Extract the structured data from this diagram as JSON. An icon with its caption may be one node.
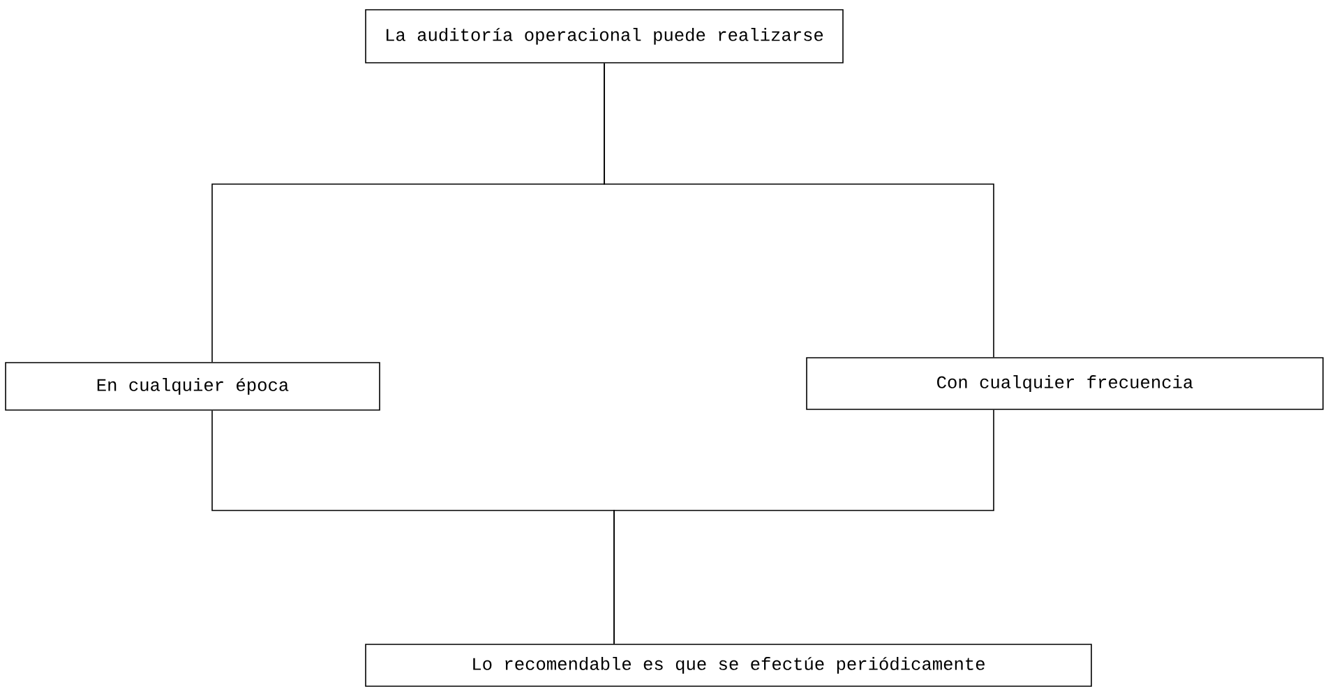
{
  "diagram": {
    "nodes": [
      {
        "text": [
          "La auditoría operacional puede realizarse"
        ]
      },
      {
        "text": [
          "En cualquier época"
        ]
      },
      {
        "text": [
          "Con cualquier frecuencia"
        ]
      },
      {
        "text": [
          "Lo recomendable es que se efectúe periódicamente"
        ]
      }
    ],
    "edges": [
      {
        "from": 0,
        "to": 1,
        "arrow": "none"
      },
      {
        "from": 0,
        "to": 2,
        "arrow": "none"
      },
      {
        "from": 1,
        "to": 3,
        "arrow": "none"
      },
      {
        "from": 2,
        "to": 3,
        "arrow": "none"
      }
    ]
  }
}
